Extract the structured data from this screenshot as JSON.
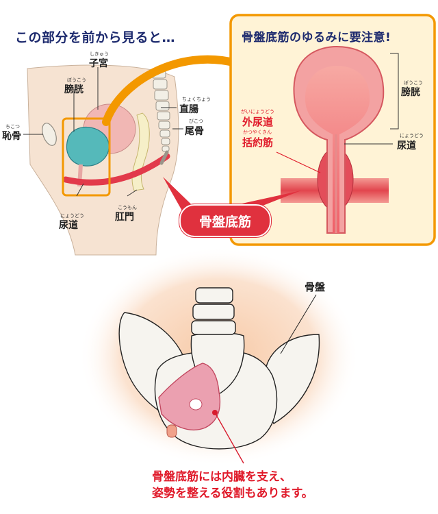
{
  "heading_left": "この部分を前から見ると…",
  "heading_right": "骨盤底筋のゆるみに要注意!",
  "side_view": {
    "labels": {
      "uterus": "子宮",
      "uterus_ruby": "しきゅう",
      "bladder": "膀胱",
      "bladder_ruby": "ぼうこう",
      "pubis": "恥骨",
      "pubis_ruby": "ちこつ",
      "rectum": "直腸",
      "rectum_ruby": "ちょくちょう",
      "coccyx": "尾骨",
      "coccyx_ruby": "びこつ",
      "urethra": "尿道",
      "urethra_ruby": "にょうどう",
      "anus": "肛門",
      "anus_ruby": "こうもん"
    }
  },
  "badge": "骨盤底筋",
  "front_view": {
    "labels": {
      "bladder": "膀胱",
      "bladder_ruby": "ぼうこう",
      "urethra": "尿道",
      "urethra_ruby": "にょうどう",
      "sphincter_line1": "外尿道",
      "sphincter_line1_ruby": "がいにょうどう",
      "sphincter_line2": "括約筋",
      "sphincter_line2_ruby": "かつやくきん"
    }
  },
  "pelvis_label": "骨盤",
  "caption_line1": "骨盤底筋には内臓を支え、",
  "caption_line2": "姿勢を整える役割もあります。",
  "colors": {
    "accent_orange": "#f39800",
    "muscle_red": "#e0313e",
    "navy": "#1d2a6e",
    "caption_red": "#e01a2a"
  }
}
